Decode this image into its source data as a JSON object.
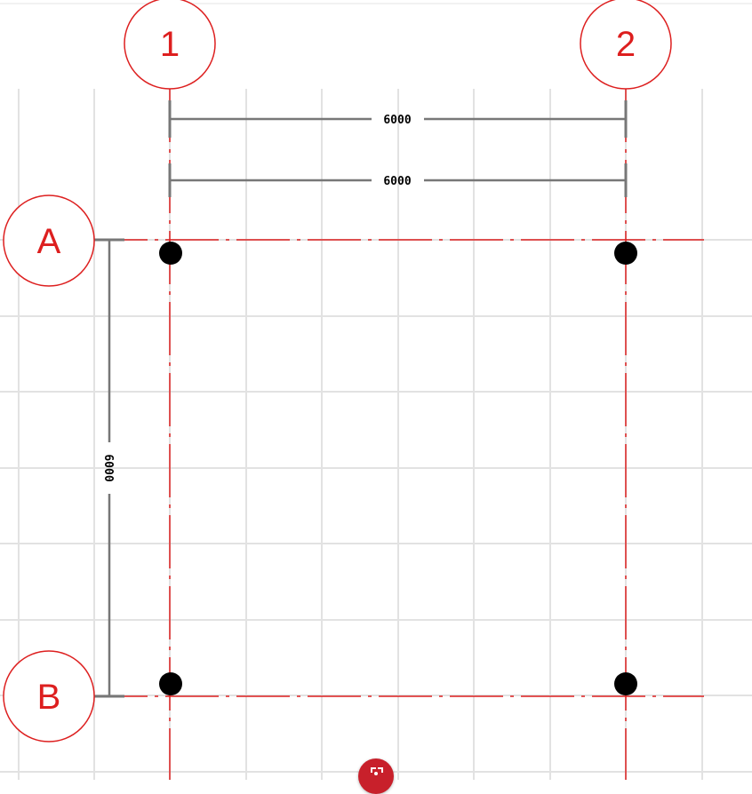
{
  "colors": {
    "grid": "#e2e2e2",
    "axis": "#dd1f1f",
    "bubble": "#dd1f1f",
    "dimension": "#777777",
    "column": "#000000",
    "fab": "#c8202b"
  },
  "axes": {
    "vertical": [
      {
        "label": "1",
        "position_mm": 0
      },
      {
        "label": "2",
        "position_mm": 6000
      }
    ],
    "horizontal": [
      {
        "label": "A",
        "position_mm": 0
      },
      {
        "label": "B",
        "position_mm": 6000
      }
    ]
  },
  "dimensions": {
    "top_outer": "6000",
    "top_inner": "6000",
    "left": "6000"
  },
  "columns": [
    {
      "axis_v": "1",
      "axis_h": "A"
    },
    {
      "axis_v": "2",
      "axis_h": "A"
    },
    {
      "axis_v": "1",
      "axis_h": "B"
    },
    {
      "axis_v": "2",
      "axis_h": "B"
    }
  ],
  "fab": {
    "icon": "focus-frame-icon"
  }
}
